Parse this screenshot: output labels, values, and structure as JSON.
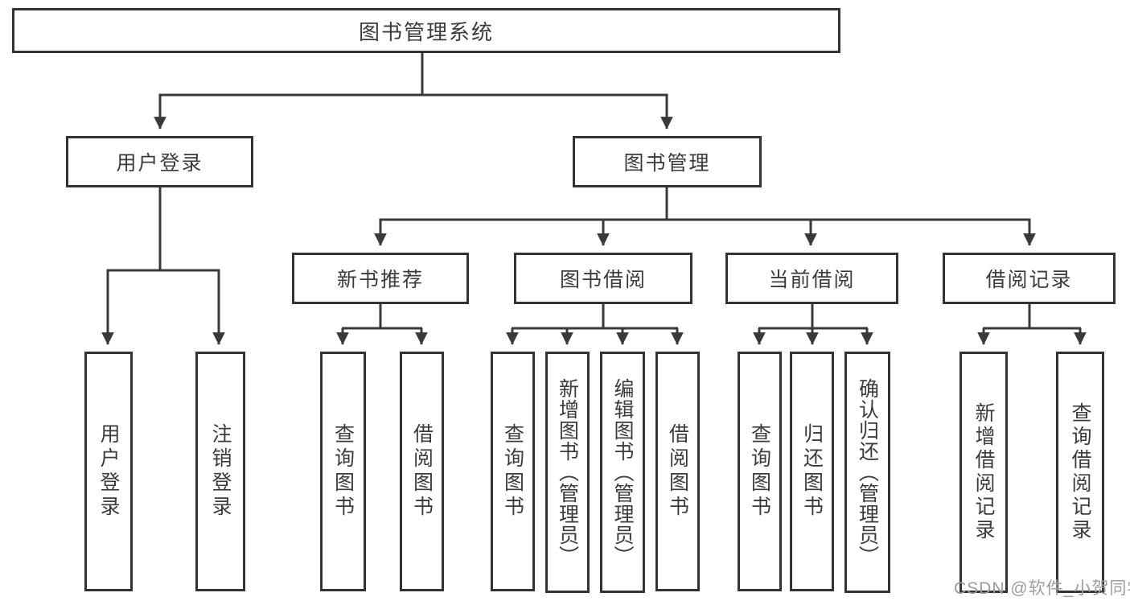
{
  "diagram_type": "hierarchy-tree",
  "root": {
    "label": "图书管理系统"
  },
  "branches": {
    "user_login": {
      "label": "用户登录",
      "children": {
        "login": {
          "label": "用户登录"
        },
        "logout": {
          "label": "注销登录"
        }
      }
    },
    "book_mgmt": {
      "label": "图书管理",
      "children": {
        "new_book_rec": {
          "label": "新书推荐",
          "children": {
            "query_book": {
              "label": "查询图书"
            },
            "borrow_book": {
              "label": "借阅图书"
            }
          }
        },
        "book_borrow": {
          "label": "图书借阅",
          "children": {
            "query_book": {
              "label": "查询图书"
            },
            "add_book": {
              "label": "新增图书（管理员）"
            },
            "edit_book": {
              "label": "编辑图书（管理员）"
            },
            "borrow_book": {
              "label": "借阅图书"
            }
          }
        },
        "current_borrow": {
          "label": "当前借阅",
          "children": {
            "query_book": {
              "label": "查询图书"
            },
            "return_book": {
              "label": "归还图书"
            },
            "confirm_return": {
              "label": "确认归还（管理员）"
            }
          }
        },
        "borrow_records": {
          "label": "借阅记录",
          "children": {
            "add_record": {
              "label": "新增借阅记录"
            },
            "query_record": {
              "label": "查询借阅记录"
            }
          }
        }
      }
    }
  },
  "watermark": {
    "text": "CSDN @软件_小贺同学"
  },
  "colors": {
    "line": "#3a3a3a",
    "box_border": "#333333",
    "text": "#3b3b3b",
    "watermark": "#9d9d9d",
    "background": "#ffffff"
  }
}
